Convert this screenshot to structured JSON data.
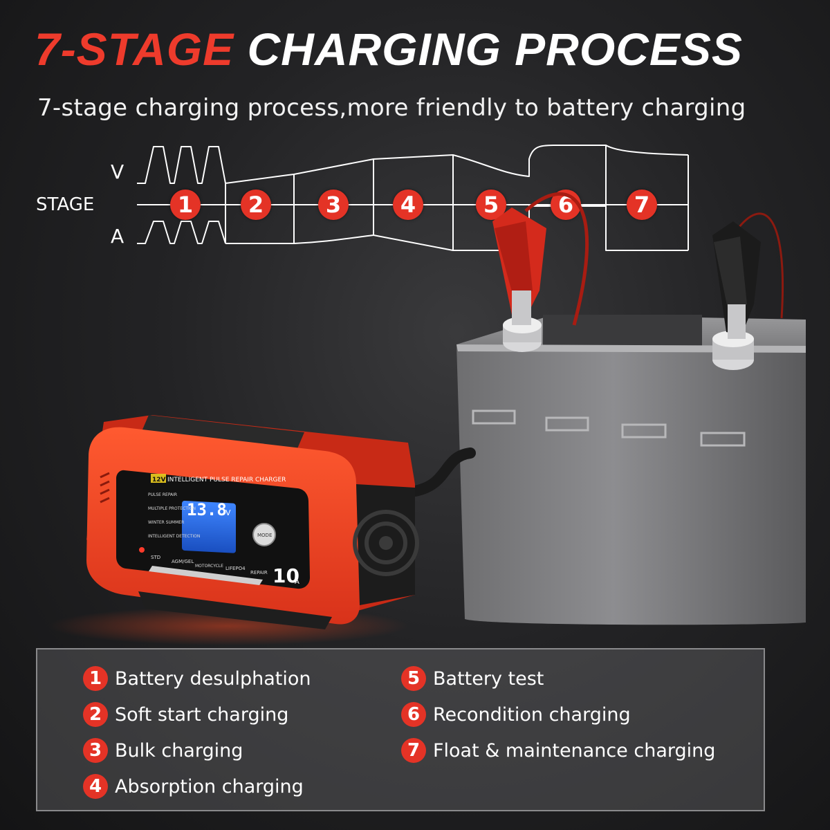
{
  "headline": {
    "accent": "7-STAGE",
    "rest": "CHARGING PROCESS"
  },
  "subtitle": "7-stage charging process,more friendly to battery charging",
  "diagram": {
    "v_label": "V",
    "stage_label": "STAGE",
    "a_label": "A",
    "stages": [
      "1",
      "2",
      "3",
      "4",
      "5",
      "6",
      "7"
    ]
  },
  "charger": {
    "top_label": "12V",
    "panel_title": "INTELLIGENT PULSE REPAIR CHARGER",
    "display_value": "13.8",
    "display_unit": "V",
    "features": [
      "PULSE REPAIR",
      "MULTIPLE PROTECTION",
      "WINTER SUMMER",
      "INTELLIGENT DETECTION"
    ],
    "mode_button": "MODE",
    "modes": [
      "STD",
      "AGM/GEL",
      "MOTORCYCLE",
      "LIFEPO4",
      "REPAIR"
    ],
    "current": "10",
    "current_unit": "A"
  },
  "legend": [
    {
      "num": "1",
      "text": "Battery desulphation"
    },
    {
      "num": "2",
      "text": "Soft start charging"
    },
    {
      "num": "3",
      "text": "Bulk charging"
    },
    {
      "num": "4",
      "text": "Absorption charging"
    },
    {
      "num": "5",
      "text": "Battery test"
    },
    {
      "num": "6",
      "text": "Recondition charging"
    },
    {
      "num": "7",
      "text": "Float & maintenance charging"
    }
  ],
  "colors": {
    "accent": "#e43326",
    "headline_red": "#ee3b2c",
    "charger_body": "#f0401f",
    "lcd_blue": "#1f5fd6"
  }
}
